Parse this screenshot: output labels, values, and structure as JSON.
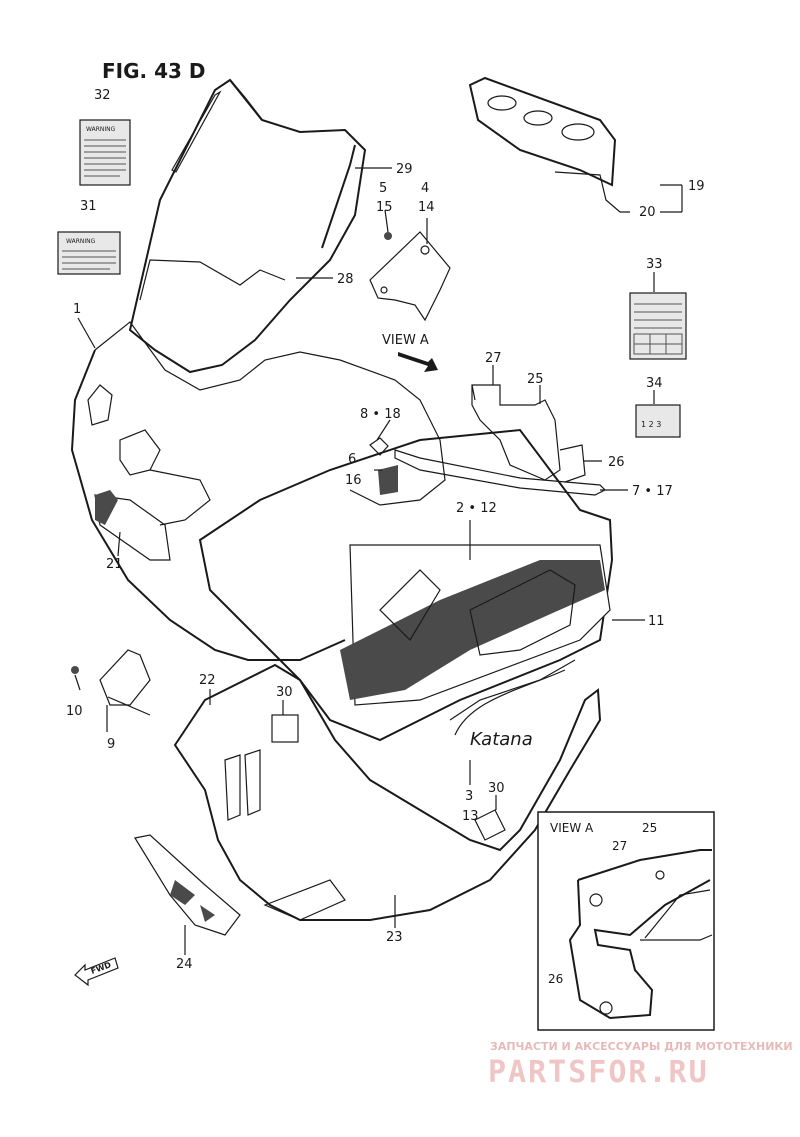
{
  "figure": {
    "title": "FIG. 43 D"
  },
  "callouts": [
    "1",
    "2 • 12",
    "3",
    "13",
    "4",
    "14",
    "5",
    "15",
    "6",
    "16",
    "7 • 17",
    "8 • 18",
    "9",
    "10",
    "11",
    "19",
    "20",
    "21",
    "22",
    "23",
    "24",
    "25",
    "26",
    "27",
    "28",
    "29",
    "30",
    "30",
    "31",
    "32",
    "33",
    "34"
  ],
  "view_label": "VIEW A",
  "inset": {
    "title": "VIEW A",
    "labels": [
      "27",
      "25",
      "26"
    ]
  },
  "labels": {
    "warning": "WARNING",
    "sticker_34": "1 2 3",
    "fwd": "FWD",
    "logo_script": "Katana"
  },
  "watermark": {
    "line1": "ЗАПЧАСТИ И АКСЕССУАРЫ ДЛЯ МОТОТЕХНИКИ",
    "line2": "PARTSFOR.RU"
  },
  "colors": {
    "ink": "#1a1a1a",
    "watermark": "#e8b9b9"
  }
}
